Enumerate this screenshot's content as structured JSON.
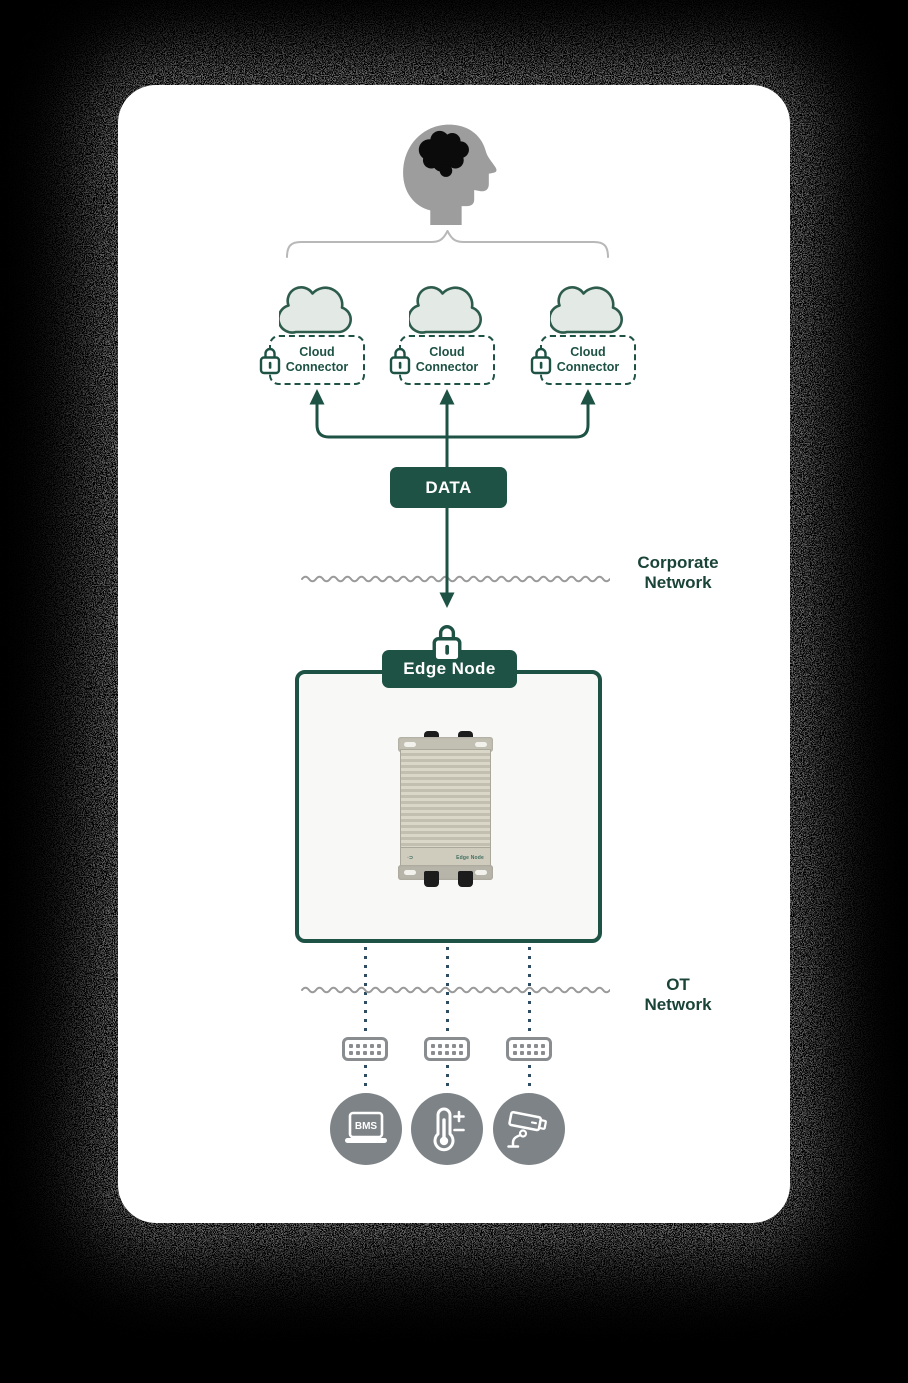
{
  "colors": {
    "accent_green": "#1d5244",
    "label_green": "#1b4438",
    "cloud_fill": "#e3e9e4",
    "endpoint_gray": "#7d8386",
    "wavy_line_gray": "#9a9a9a",
    "dotted_link_navy": "#2e4d62",
    "head_gray": "#9d9d9d"
  },
  "top": {
    "head_icon": "human-head-with-brain"
  },
  "cloud_connectors": [
    {
      "label": "Cloud Connector"
    },
    {
      "label": "Cloud Connector"
    },
    {
      "label": "Cloud Connector"
    }
  ],
  "data_badge": "DATA",
  "corporate_network": {
    "line1": "Corporate",
    "line2": "Network"
  },
  "edge_node": {
    "badge": "Edge Node",
    "device_text": "Edge Node"
  },
  "ot_network": {
    "line1": "OT",
    "line2": "Network"
  },
  "endpoints": [
    {
      "icon": "bms-laptop",
      "screen_text": "BMS"
    },
    {
      "icon": "thermometer-plus-minus"
    },
    {
      "icon": "cctv-camera"
    }
  ]
}
